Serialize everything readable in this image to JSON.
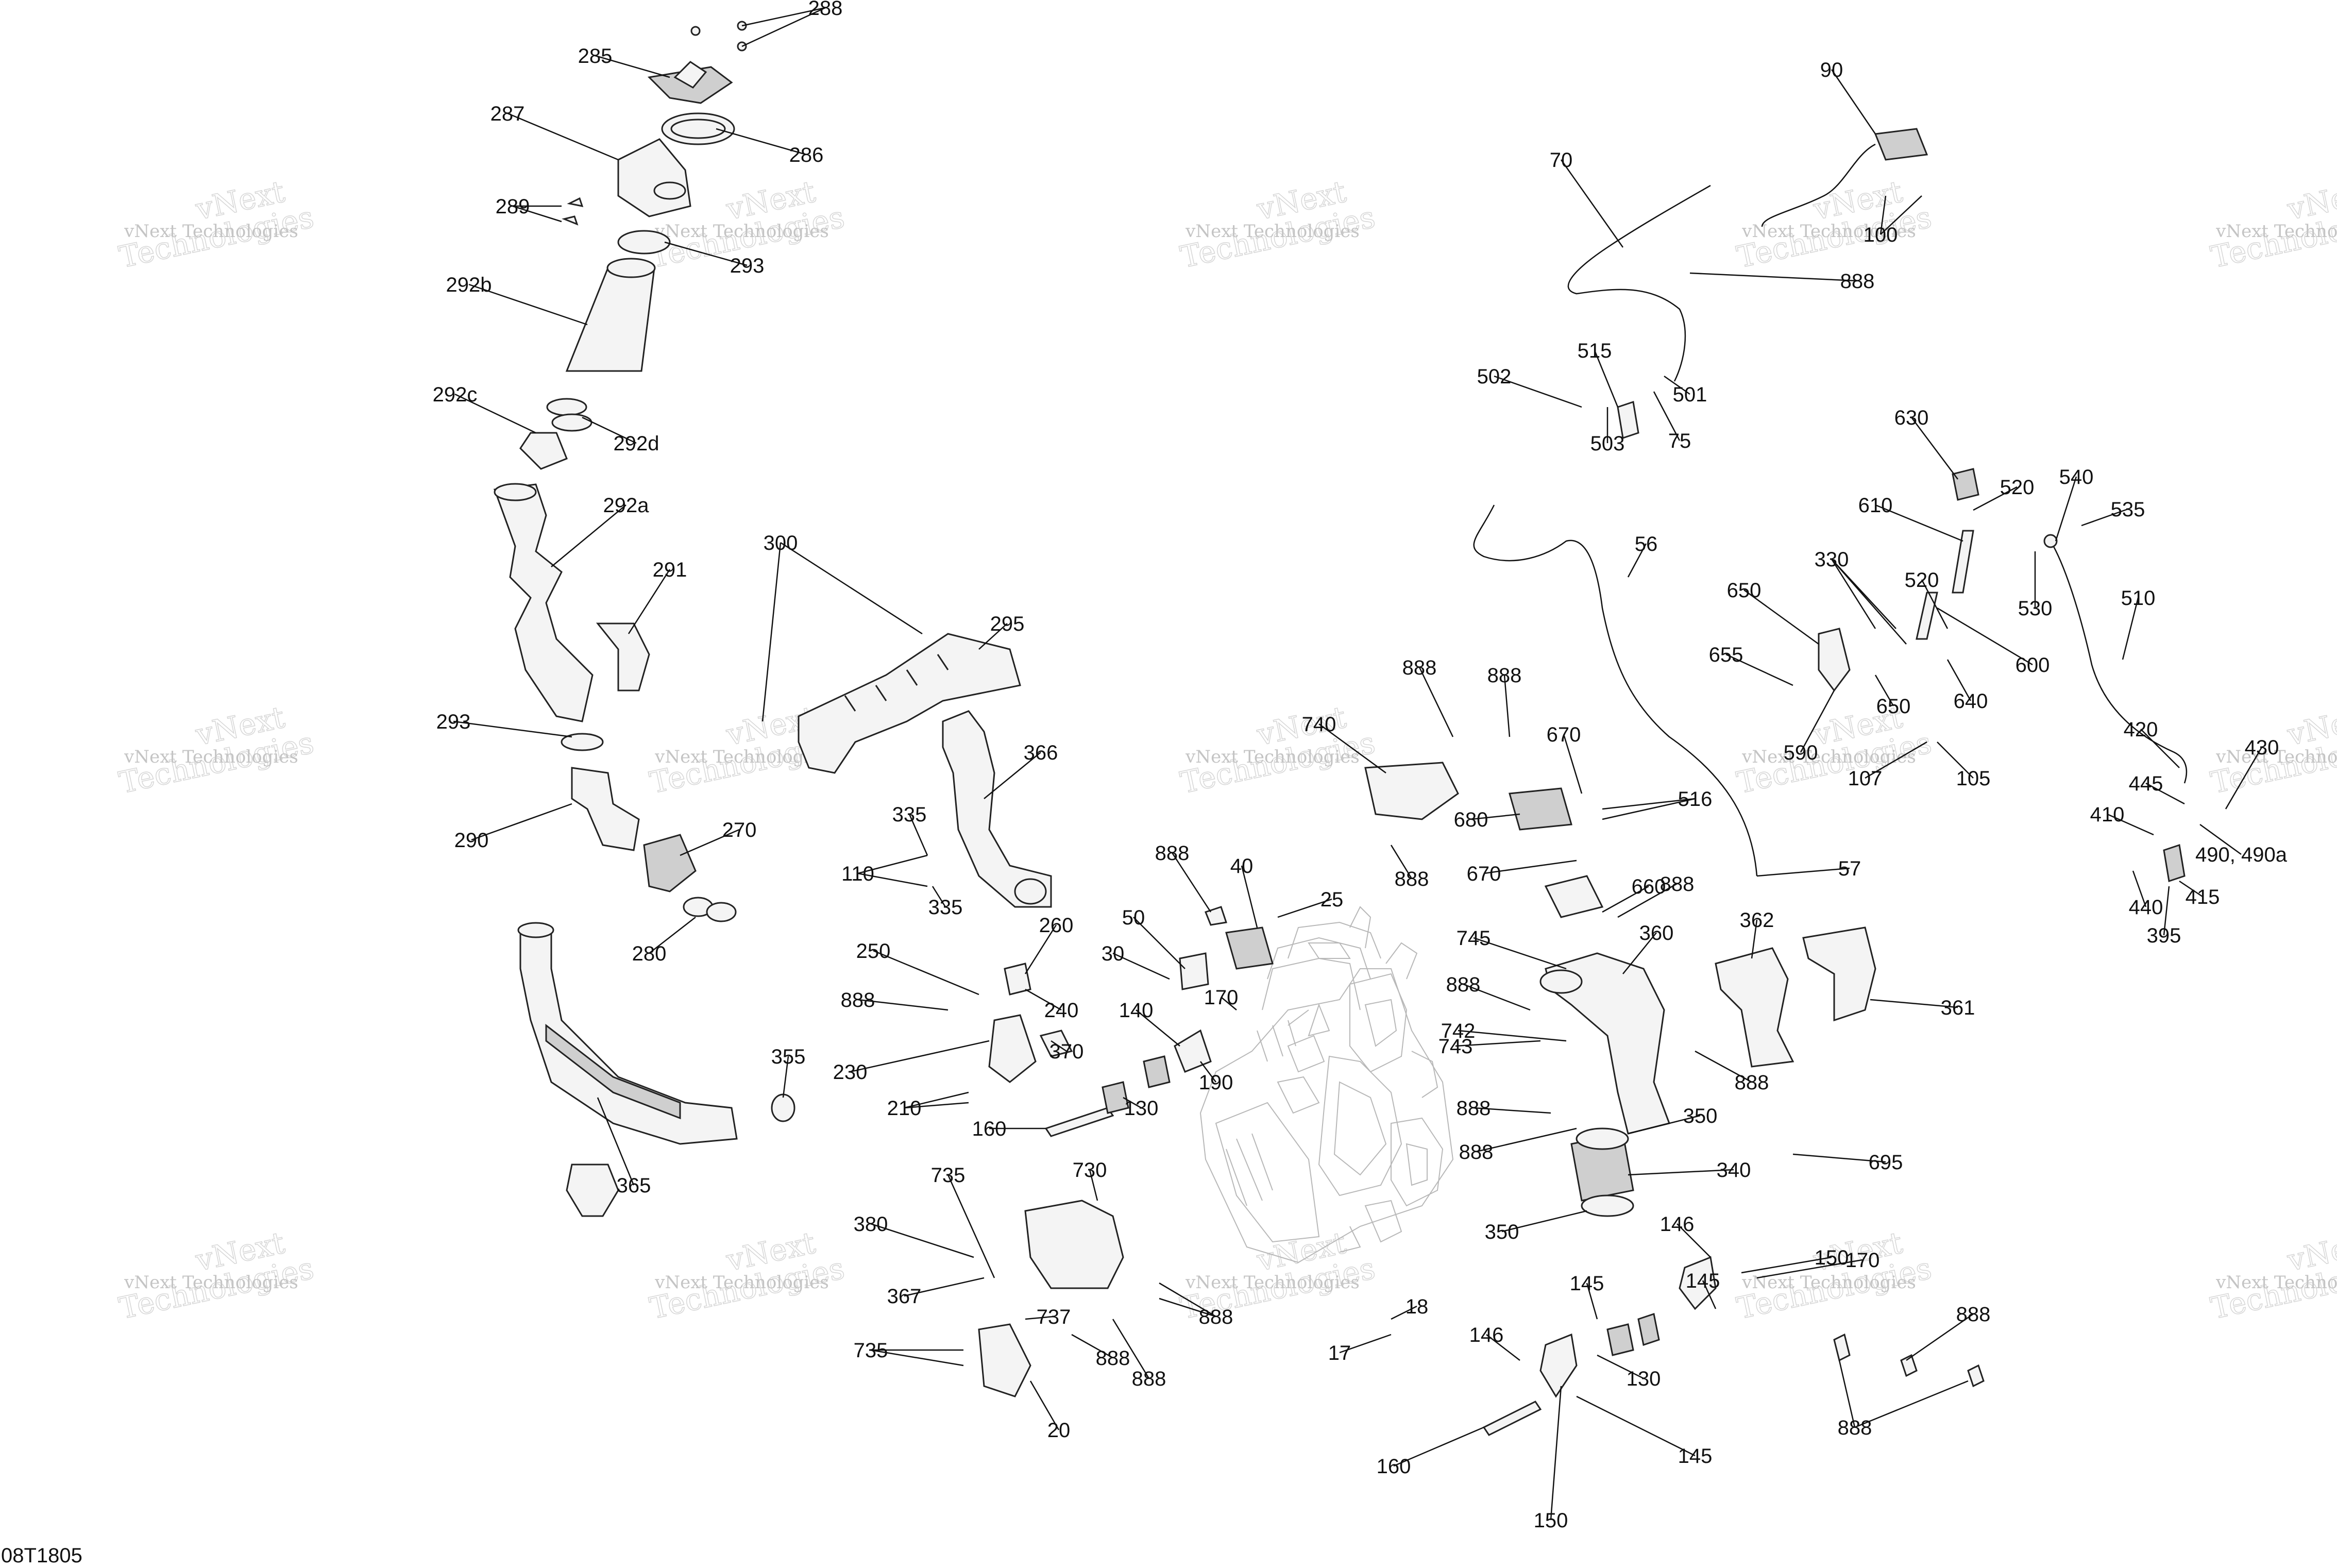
{
  "diagram": {
    "reference": "08T1805",
    "watermark": {
      "line1": "vNext",
      "line2": "Technologies",
      "full": "vNext Technologies"
    },
    "callouts": [
      {
        "t": "288"
      },
      {
        "t": "285"
      },
      {
        "t": "287"
      },
      {
        "t": "286"
      },
      {
        "t": "289"
      },
      {
        "t": "293"
      },
      {
        "t": "292b"
      },
      {
        "t": "292c"
      },
      {
        "t": "292d"
      },
      {
        "t": "292a"
      },
      {
        "t": "291"
      },
      {
        "t": "293"
      },
      {
        "t": "290"
      },
      {
        "t": "270"
      },
      {
        "t": "280"
      },
      {
        "t": "355"
      },
      {
        "t": "365"
      },
      {
        "t": "300"
      },
      {
        "t": "295"
      },
      {
        "t": "366"
      },
      {
        "t": "335"
      },
      {
        "t": "110"
      },
      {
        "t": "335"
      },
      {
        "t": "250"
      },
      {
        "t": "260"
      },
      {
        "t": "240"
      },
      {
        "t": "888"
      },
      {
        "t": "370"
      },
      {
        "t": "230"
      },
      {
        "t": "210"
      },
      {
        "t": "160"
      },
      {
        "t": "130"
      },
      {
        "t": "140"
      },
      {
        "t": "190"
      },
      {
        "t": "170"
      },
      {
        "t": "50"
      },
      {
        "t": "30"
      },
      {
        "t": "888"
      },
      {
        "t": "40"
      },
      {
        "t": "25"
      },
      {
        "t": "735"
      },
      {
        "t": "730"
      },
      {
        "t": "380"
      },
      {
        "t": "367"
      },
      {
        "t": "737"
      },
      {
        "t": "888"
      },
      {
        "t": "735"
      },
      {
        "t": "20"
      },
      {
        "t": "888"
      },
      {
        "t": "888"
      },
      {
        "t": "18"
      },
      {
        "t": "17"
      },
      {
        "t": "70"
      },
      {
        "t": "90"
      },
      {
        "t": "100"
      },
      {
        "t": "888"
      },
      {
        "t": "515"
      },
      {
        "t": "502"
      },
      {
        "t": "503"
      },
      {
        "t": "75"
      },
      {
        "t": "501"
      },
      {
        "t": "56"
      },
      {
        "t": "57"
      },
      {
        "t": "888"
      },
      {
        "t": "888"
      },
      {
        "t": "740"
      },
      {
        "t": "670"
      },
      {
        "t": "516"
      },
      {
        "t": "680"
      },
      {
        "t": "888"
      },
      {
        "t": "670"
      },
      {
        "t": "660"
      },
      {
        "t": "888"
      },
      {
        "t": "745"
      },
      {
        "t": "360"
      },
      {
        "t": "888"
      },
      {
        "t": "743"
      },
      {
        "t": "742"
      },
      {
        "t": "888"
      },
      {
        "t": "888"
      },
      {
        "t": "350"
      },
      {
        "t": "340"
      },
      {
        "t": "350"
      },
      {
        "t": "695"
      },
      {
        "t": "362"
      },
      {
        "t": "361"
      },
      {
        "t": "888"
      },
      {
        "t": "146"
      },
      {
        "t": "145"
      },
      {
        "t": "150"
      },
      {
        "t": "170"
      },
      {
        "t": "145"
      },
      {
        "t": "146"
      },
      {
        "t": "130"
      },
      {
        "t": "160"
      },
      {
        "t": "145"
      },
      {
        "t": "150"
      },
      {
        "t": "888"
      },
      {
        "t": "888"
      },
      {
        "t": "630"
      },
      {
        "t": "520"
      },
      {
        "t": "610"
      },
      {
        "t": "330"
      },
      {
        "t": "650"
      },
      {
        "t": "655"
      },
      {
        "t": "520"
      },
      {
        "t": "600"
      },
      {
        "t": "640"
      },
      {
        "t": "650"
      },
      {
        "t": "590"
      },
      {
        "t": "107"
      },
      {
        "t": "105"
      },
      {
        "t": "540"
      },
      {
        "t": "535"
      },
      {
        "t": "530"
      },
      {
        "t": "510"
      },
      {
        "t": "420"
      },
      {
        "t": "430"
      },
      {
        "t": "445"
      },
      {
        "t": "410"
      },
      {
        "t": "490, 490a"
      },
      {
        "t": "440"
      },
      {
        "t": "415"
      },
      {
        "t": "395"
      }
    ]
  }
}
